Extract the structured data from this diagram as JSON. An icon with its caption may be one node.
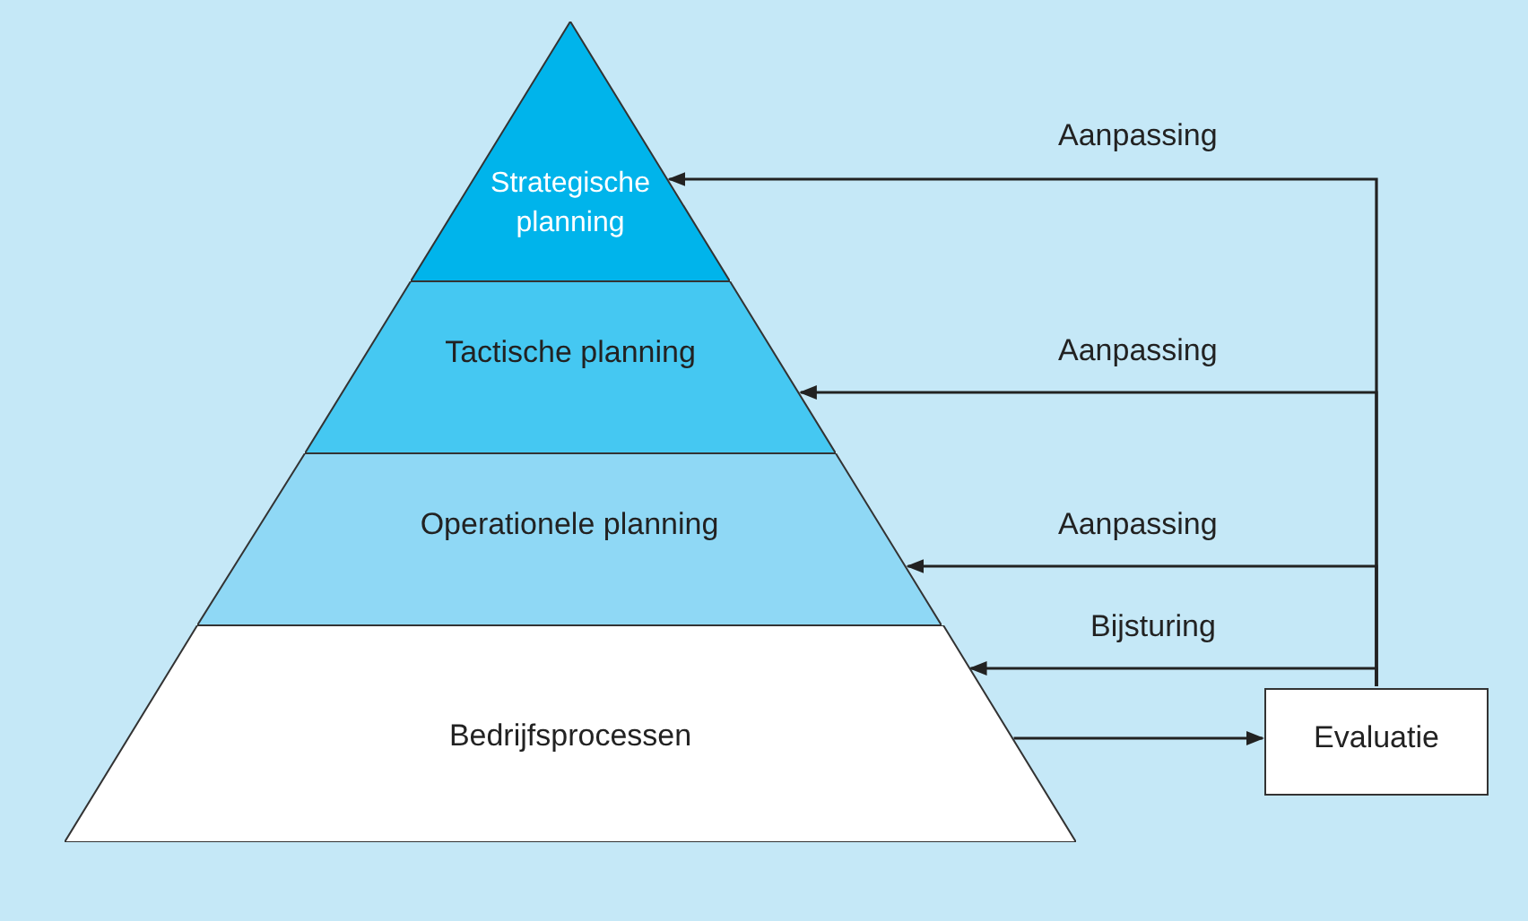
{
  "diagram": {
    "nodes": [
      {
        "text": [
          "Strategische planning"
        ]
      },
      {
        "text": [
          "Tactische planning"
        ]
      },
      {
        "text": [
          "Operationele planning"
        ]
      },
      {
        "text": [
          "Bedrijfsprocessen"
        ]
      },
      {
        "text": [
          "Evaluatie"
        ]
      }
    ],
    "edges": [
      {
        "from": 3,
        "to": 4,
        "arrow": "to"
      },
      {
        "from": 4,
        "to": 0,
        "arrow": "to",
        "label": "Aanpassing"
      },
      {
        "from": 4,
        "to": 1,
        "arrow": "to",
        "label": "Aanpassing"
      },
      {
        "from": 4,
        "to": 2,
        "arrow": "to",
        "label": "Aanpassing"
      },
      {
        "from": 4,
        "to": 3,
        "arrow": "to",
        "label": "Bijsturing"
      }
    ]
  }
}
